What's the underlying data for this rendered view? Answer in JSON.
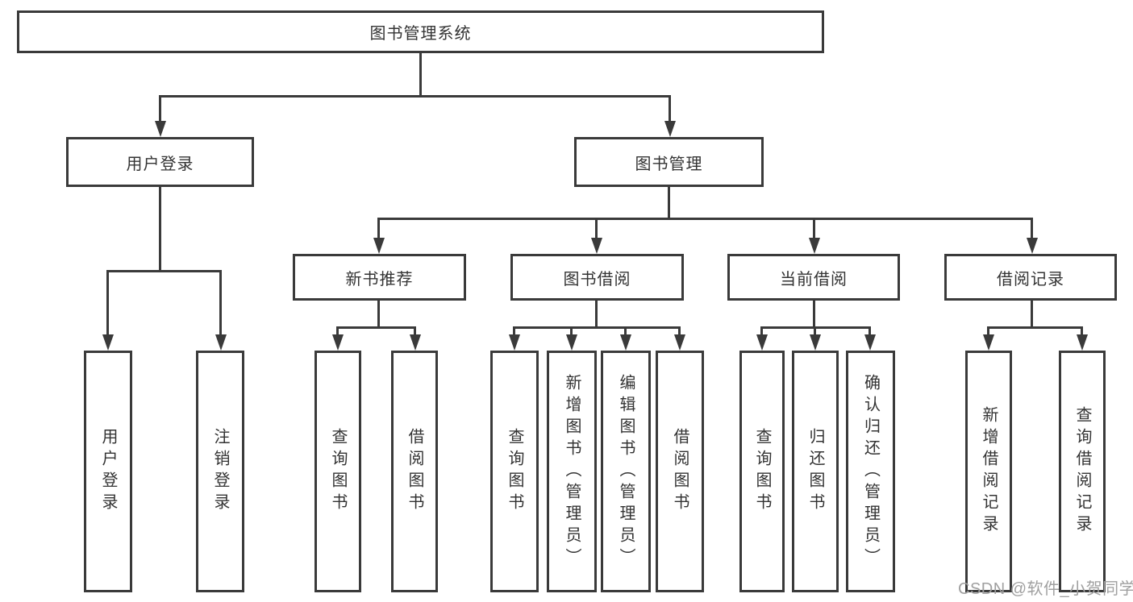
{
  "tree": {
    "root": "图书管理系统",
    "branches": [
      {
        "label": "用户登录",
        "children": [
          {
            "label": "用户登录"
          },
          {
            "label": "注销登录"
          }
        ]
      },
      {
        "label": "图书管理",
        "children": [
          {
            "label": "新书推荐",
            "children": [
              {
                "label": "查询图书"
              },
              {
                "label": "借阅图书"
              }
            ]
          },
          {
            "label": "图书借阅",
            "children": [
              {
                "label": "查询图书"
              },
              {
                "label": "新增图书（管理员）"
              },
              {
                "label": "编辑图书（管理员）"
              },
              {
                "label": "借阅图书"
              }
            ]
          },
          {
            "label": "当前借阅",
            "children": [
              {
                "label": "查询图书"
              },
              {
                "label": "归还图书"
              },
              {
                "label": "确认归还（管理员）"
              }
            ]
          },
          {
            "label": "借阅记录",
            "children": [
              {
                "label": "新增借阅记录"
              },
              {
                "label": "查询借阅记录"
              }
            ]
          }
        ]
      }
    ]
  },
  "watermark": {
    "text": "CSDN @软件_小贺同学"
  },
  "colors": {
    "line": "#3a3a3a",
    "text": "#333333",
    "watermark": "#a0a0a0",
    "background": "#ffffff"
  }
}
